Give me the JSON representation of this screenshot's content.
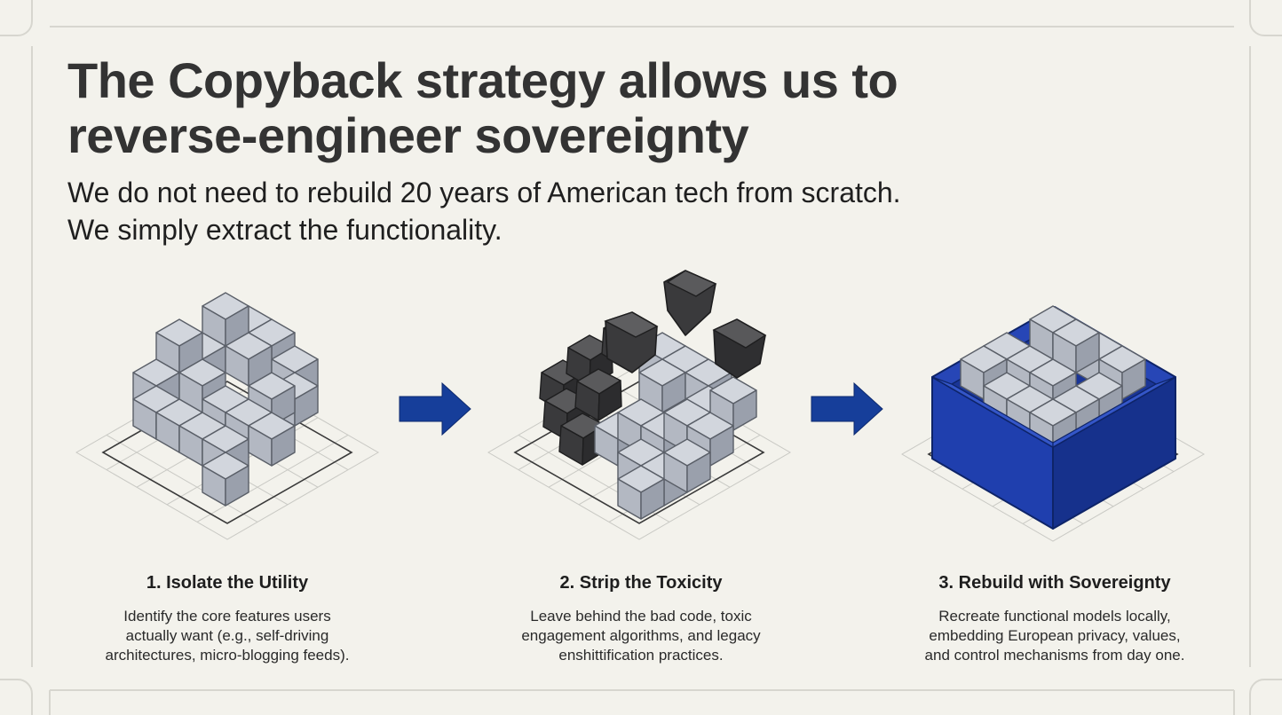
{
  "headline": {
    "line1": "The Copyback strategy allows us to",
    "line2": "reverse-engineer sovereignty"
  },
  "subheadline": {
    "line1": "We do not need to rebuild 20 years of American tech from scratch.",
    "line2": "We simply extract the functionality."
  },
  "colors": {
    "background": "#f3f2ec",
    "block_top": "#d2d6dd",
    "block_left": "#b3b8c2",
    "block_right": "#9aa0ac",
    "toxic_block": "#3f3f41",
    "sovereign_blue": "#1d3fa8",
    "arrow": "#163e9a",
    "grid": "#c9c9c4"
  },
  "steps": [
    {
      "title": "1. Isolate the Utility",
      "desc_lines": [
        "Identify the core features users",
        "actually want (e.g., self-driving",
        "architectures, micro-blogging feeds)."
      ],
      "icon": "interlocking-blocks-icon"
    },
    {
      "title": "2. Strip the Toxicity",
      "desc_lines": [
        "Leave behind the bad code, toxic",
        "engagement algorithms, and legacy",
        "enshittification practices."
      ],
      "icon": "crumbling-blocks-icon"
    },
    {
      "title": "3. Rebuild with Sovereignty",
      "desc_lines": [
        "Recreate functional models locally,",
        "embedding European privacy, values,",
        "and control mechanisms from day one."
      ],
      "icon": "blocks-in-blue-container-icon"
    }
  ],
  "arrows": [
    "arrow-right-icon",
    "arrow-right-icon"
  ]
}
